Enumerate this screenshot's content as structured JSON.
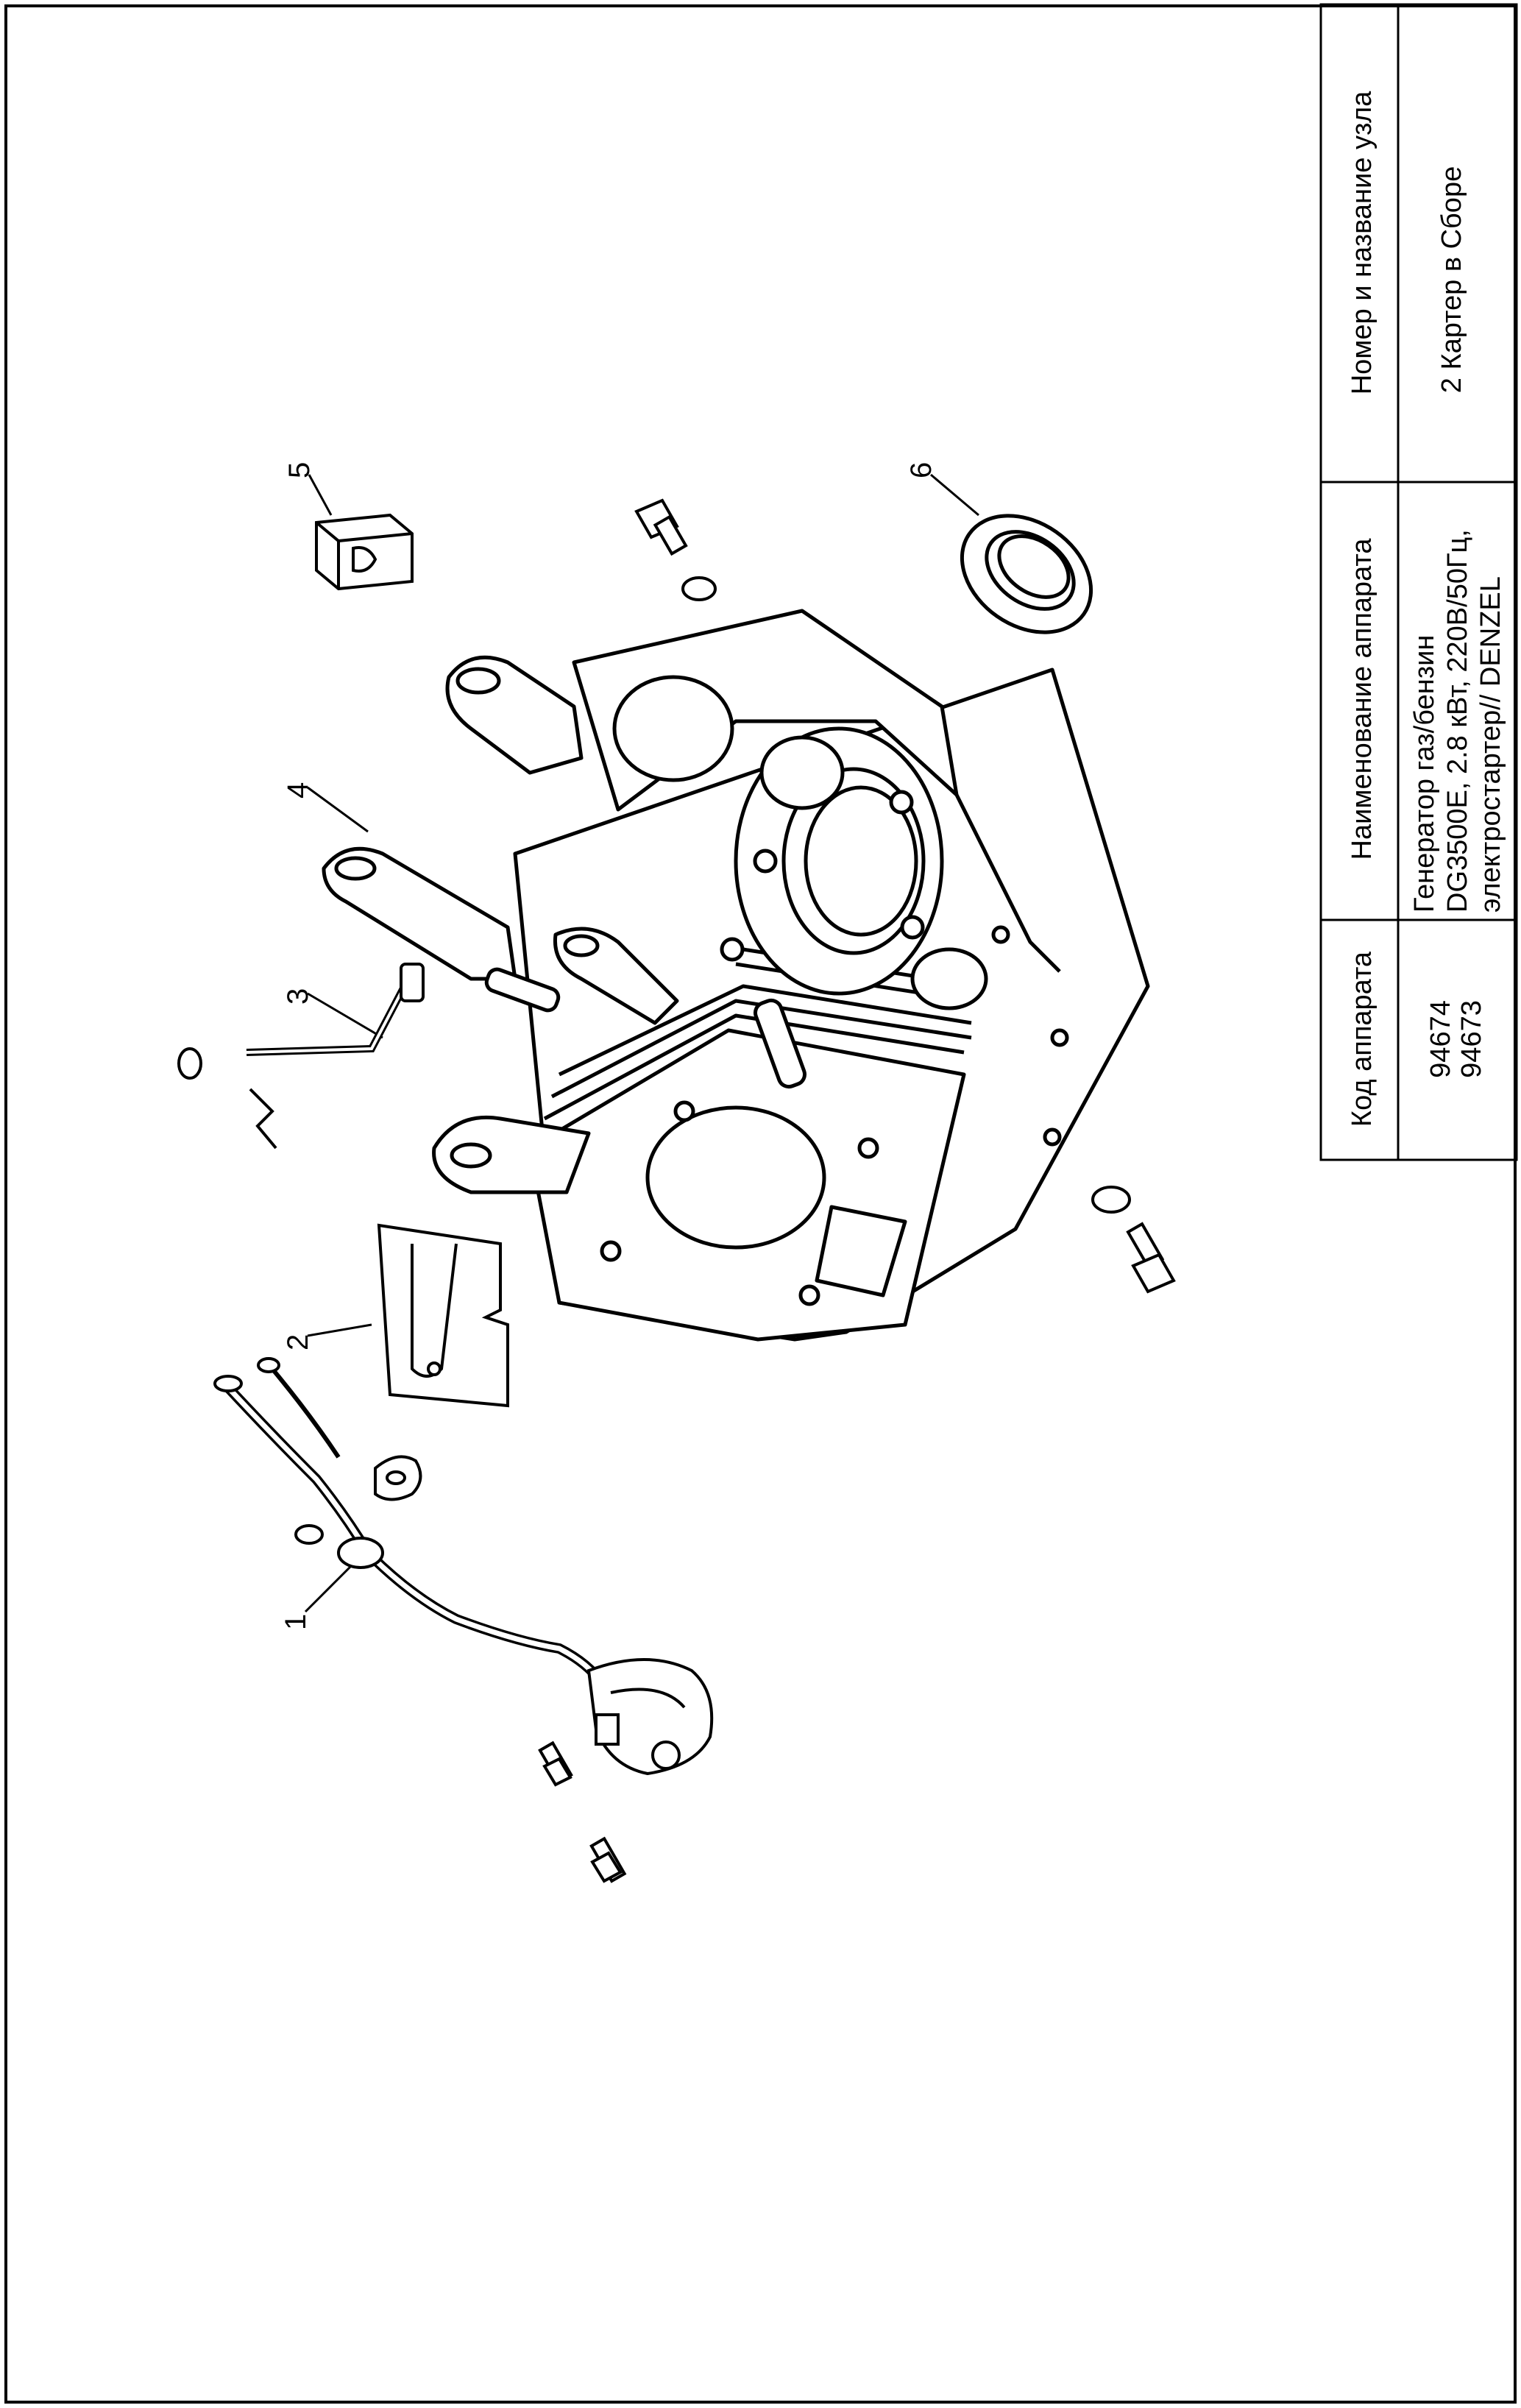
{
  "title_block": {
    "col1": {
      "header": "Код аппарата",
      "values": [
        "94674",
        "94673"
      ]
    },
    "col2": {
      "header": "Наименование аппарата",
      "lines": [
        "Генератор газ/бензин",
        "DG3500E, 2.8 кВт, 220В/50Гц,",
        "электростартер// DENZEL"
      ]
    },
    "col3": {
      "header": "Номер и название узла",
      "value": "2 Картер в Сборе"
    }
  },
  "callouts": [
    "1",
    "2",
    "3",
    "4",
    "5",
    "6"
  ]
}
